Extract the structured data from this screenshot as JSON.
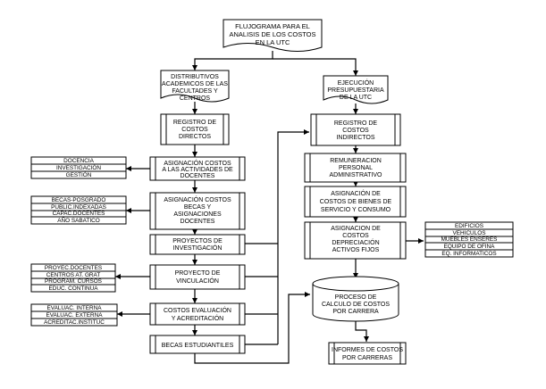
{
  "title": [
    "FLUJOGRAMA PARA EL",
    "ANALISIS DE LOS COSTOS",
    "EN LA UTC"
  ],
  "left_column": {
    "doc": [
      "DISTRIBUTIVOS",
      "ACADEMICOS DE LAS",
      "FACULTADES Y",
      "CENTROS"
    ],
    "registro": [
      "REGISTRO DE",
      "COSTOS",
      "DIRECTOS"
    ],
    "asig_docentes": [
      "ASIGNACIÓN  COSTOS",
      "A LAS ACTIVIDADES DE",
      "DOCENTES"
    ],
    "asig_becas": [
      "ASIGNACIÓN COSTOS",
      "BECAS Y",
      "ASIGNACIONES",
      "DOCENTES"
    ],
    "proy_inv": [
      "PROYECTOS DE",
      "INVESTIGACIÓN"
    ],
    "proy_vinc": [
      "PROYECTO DE",
      "VINCULACIÓN"
    ],
    "costos_eval": [
      "COSTOS EVALUACIÓN",
      "Y ACREDITACIÓN"
    ],
    "becas_est": [
      "BECAS ESTUDIANTILES"
    ]
  },
  "right_column": {
    "doc": [
      "EJECUCIÓN",
      "PRESUPUESTARIA",
      "DE LA UTC"
    ],
    "registro": [
      "REGISTRO DE",
      "COSTOS",
      "INDIRECTOS"
    ],
    "remuneracion": [
      "REMUNERACION",
      "PERSONAL",
      "ADMINISTRATIVO"
    ],
    "bienes": [
      "ASIGNACIÓN DE",
      "COSTOS DE BIENES DE",
      "SERVICIO Y CONSUMO"
    ],
    "depreciacion": [
      "ASIGNACION DE",
      "COSTOS",
      "DEPRECIACIÓN",
      "ACTIVOS FIJOS"
    ],
    "proceso": [
      "PROCESO DE",
      "CALCULO DE COSTOS",
      "POR CARRERA"
    ],
    "informes": [
      "INFORMES DE COSTOS",
      "POR CARRERAS"
    ]
  },
  "lists": {
    "docencia": [
      "DOCENCIA",
      "INVESTIGACIÓN",
      "GESTIÓN"
    ],
    "becas": [
      "BECAS-POSGRADO",
      "PUBLIC.INDEXADAS",
      "CAPAC.DOCENTES",
      "AÑO SABATICO"
    ],
    "vinculacion": [
      "PROYEC.DOCENTES",
      "CENTROS AT. GRAT",
      "PROGRAM. CURSOS",
      "EDUC. CONTINUA"
    ],
    "evaluacion": [
      "EVALUAC. INTERNA",
      "EVALUAC. EXTERNA",
      "ACREDITAC.INSTITUC"
    ],
    "activos": [
      "EDIFICIOS",
      "VEHICULOS",
      "MUEBLES ENSERES",
      "EQUIPO DE OFINA",
      "EQ. INFORMATICOS"
    ]
  }
}
